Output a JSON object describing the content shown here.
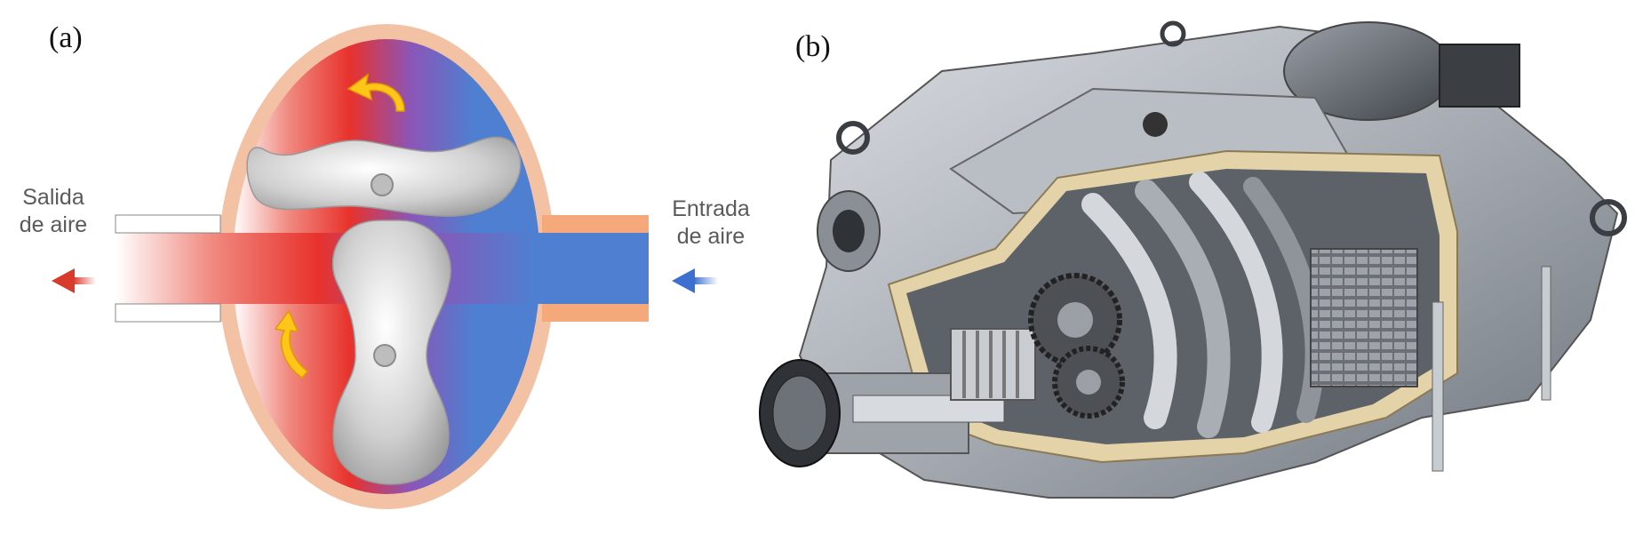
{
  "panels": {
    "a": {
      "label": "(a)"
    },
    "b": {
      "label": "(b)"
    }
  },
  "diagram": {
    "outlet": {
      "line1": "Salida",
      "line2": "de aire"
    },
    "inlet": {
      "line1": "Entrada",
      "line2": "de aire"
    }
  },
  "colors": {
    "hot": "#e8322c",
    "cold": "#4f7fd0",
    "mix": "#8a56b8",
    "casing": "#f3c2a4",
    "rotor": "#cfcfcf",
    "arrow": "#ffc61a"
  }
}
